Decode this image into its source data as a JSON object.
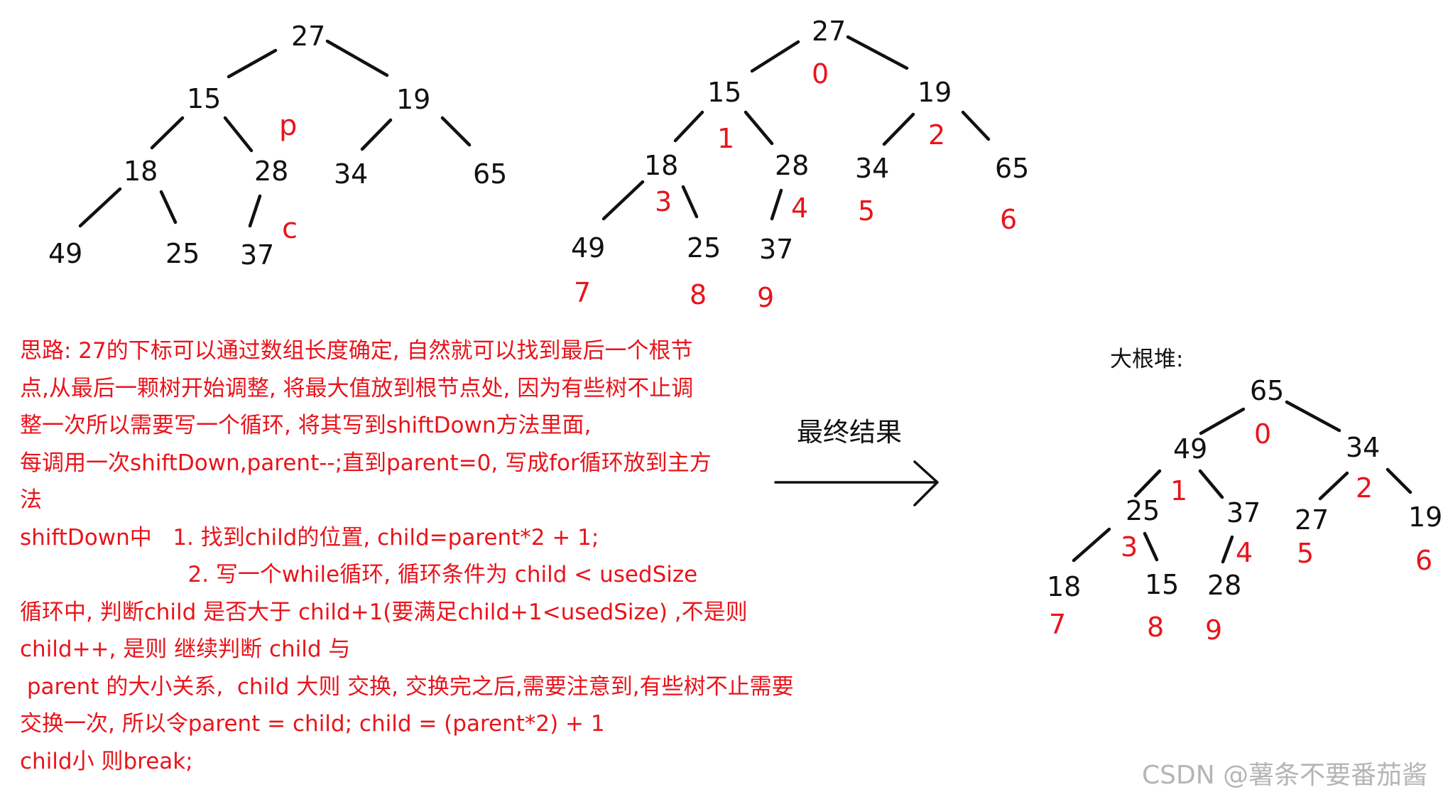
{
  "colors": {
    "node": "#111111",
    "index": "#e8141b",
    "notes": "#e8141b",
    "watermark": "#b5b5b5"
  },
  "tree1": {
    "nodes": [
      "27",
      "15",
      "19",
      "18",
      "28",
      "34",
      "65",
      "49",
      "25",
      "37"
    ],
    "markers": {
      "parent": "p",
      "child": "c"
    }
  },
  "tree2": {
    "nodes": [
      "27",
      "15",
      "19",
      "18",
      "28",
      "34",
      "65",
      "49",
      "25",
      "37"
    ],
    "indices": [
      "0",
      "1",
      "2",
      "3",
      "4",
      "5",
      "6",
      "7",
      "8",
      "9"
    ]
  },
  "tree3": {
    "title": "大根堆:",
    "nodes": [
      "65",
      "49",
      "34",
      "25",
      "37",
      "27",
      "19",
      "18",
      "15",
      "28"
    ],
    "indices": [
      "0",
      "1",
      "2",
      "3",
      "4",
      "5",
      "6",
      "7",
      "8",
      "9"
    ]
  },
  "notes": [
    "思路: 27的下标可以通过数组长度确定, 自然就可以找到最后一个根节",
    "点,从最后一颗树开始调整, 将最大值放到根节点处, 因为有些树不止调",
    "整一次所以需要写一个循环, 将其写到shiftDown方法里面,",
    "每调用一次shiftDown,parent--;直到parent=0, 写成for循环放到主方",
    "法",
    "shiftDown中   1. 找到child的位置, child=parent*2 + 1;",
    "                        2. 写一个while循环, 循环条件为 child < usedSize",
    "循环中, 判断child 是否大于 child+1(要满足child+1<usedSize) ,不是则",
    "child++, 是则 继续判断 child 与",
    " parent 的大小关系,  child 大则 交换, 交换完之后,需要注意到,有些树不止需要",
    "交换一次, 所以令parent = child; child = (parent*2) + 1",
    "child小 则break;"
  ],
  "arrow_label": "最终结果",
  "watermark": "CSDN @薯条不要番茄酱"
}
